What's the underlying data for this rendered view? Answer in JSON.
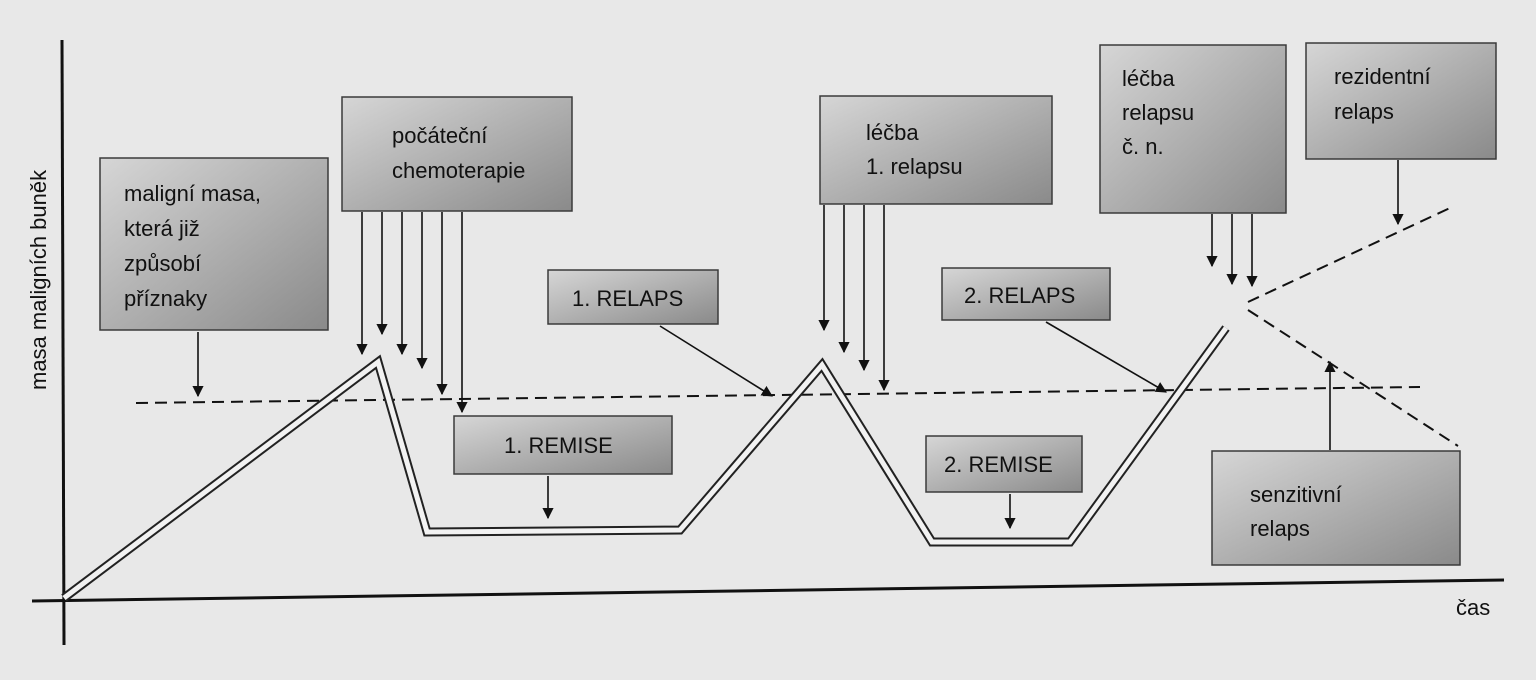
{
  "axes": {
    "y_label": "masa maligních buněk",
    "x_label": "čas"
  },
  "boxes": {
    "maligni_masa": [
      "maligní masa,",
      "která již",
      "způsobí",
      "příznaky"
    ],
    "pocatecni_chemoterapie": [
      "počáteční",
      "chemoterapie"
    ],
    "lecba_1_relapsu": [
      "léčba",
      "1. relapsu"
    ],
    "lecba_relapsu_cn": [
      "léčba",
      "relapsu",
      "č. n."
    ],
    "rezidentni_relaps": [
      "rezidentní",
      "relaps"
    ],
    "relaps_1": [
      "1. RELAPS"
    ],
    "relaps_2": [
      "2. RELAPS"
    ],
    "remise_1": [
      "1. REMISE"
    ],
    "remise_2": [
      "2. REMISE"
    ],
    "senzitivni_relaps": [
      "senzitivní",
      "relaps"
    ]
  },
  "colors": {
    "box_fill_light": "#d4d4d4",
    "box_fill_dark": "#8c8c8c",
    "background": "#e8e8e8",
    "line": "#111111"
  }
}
